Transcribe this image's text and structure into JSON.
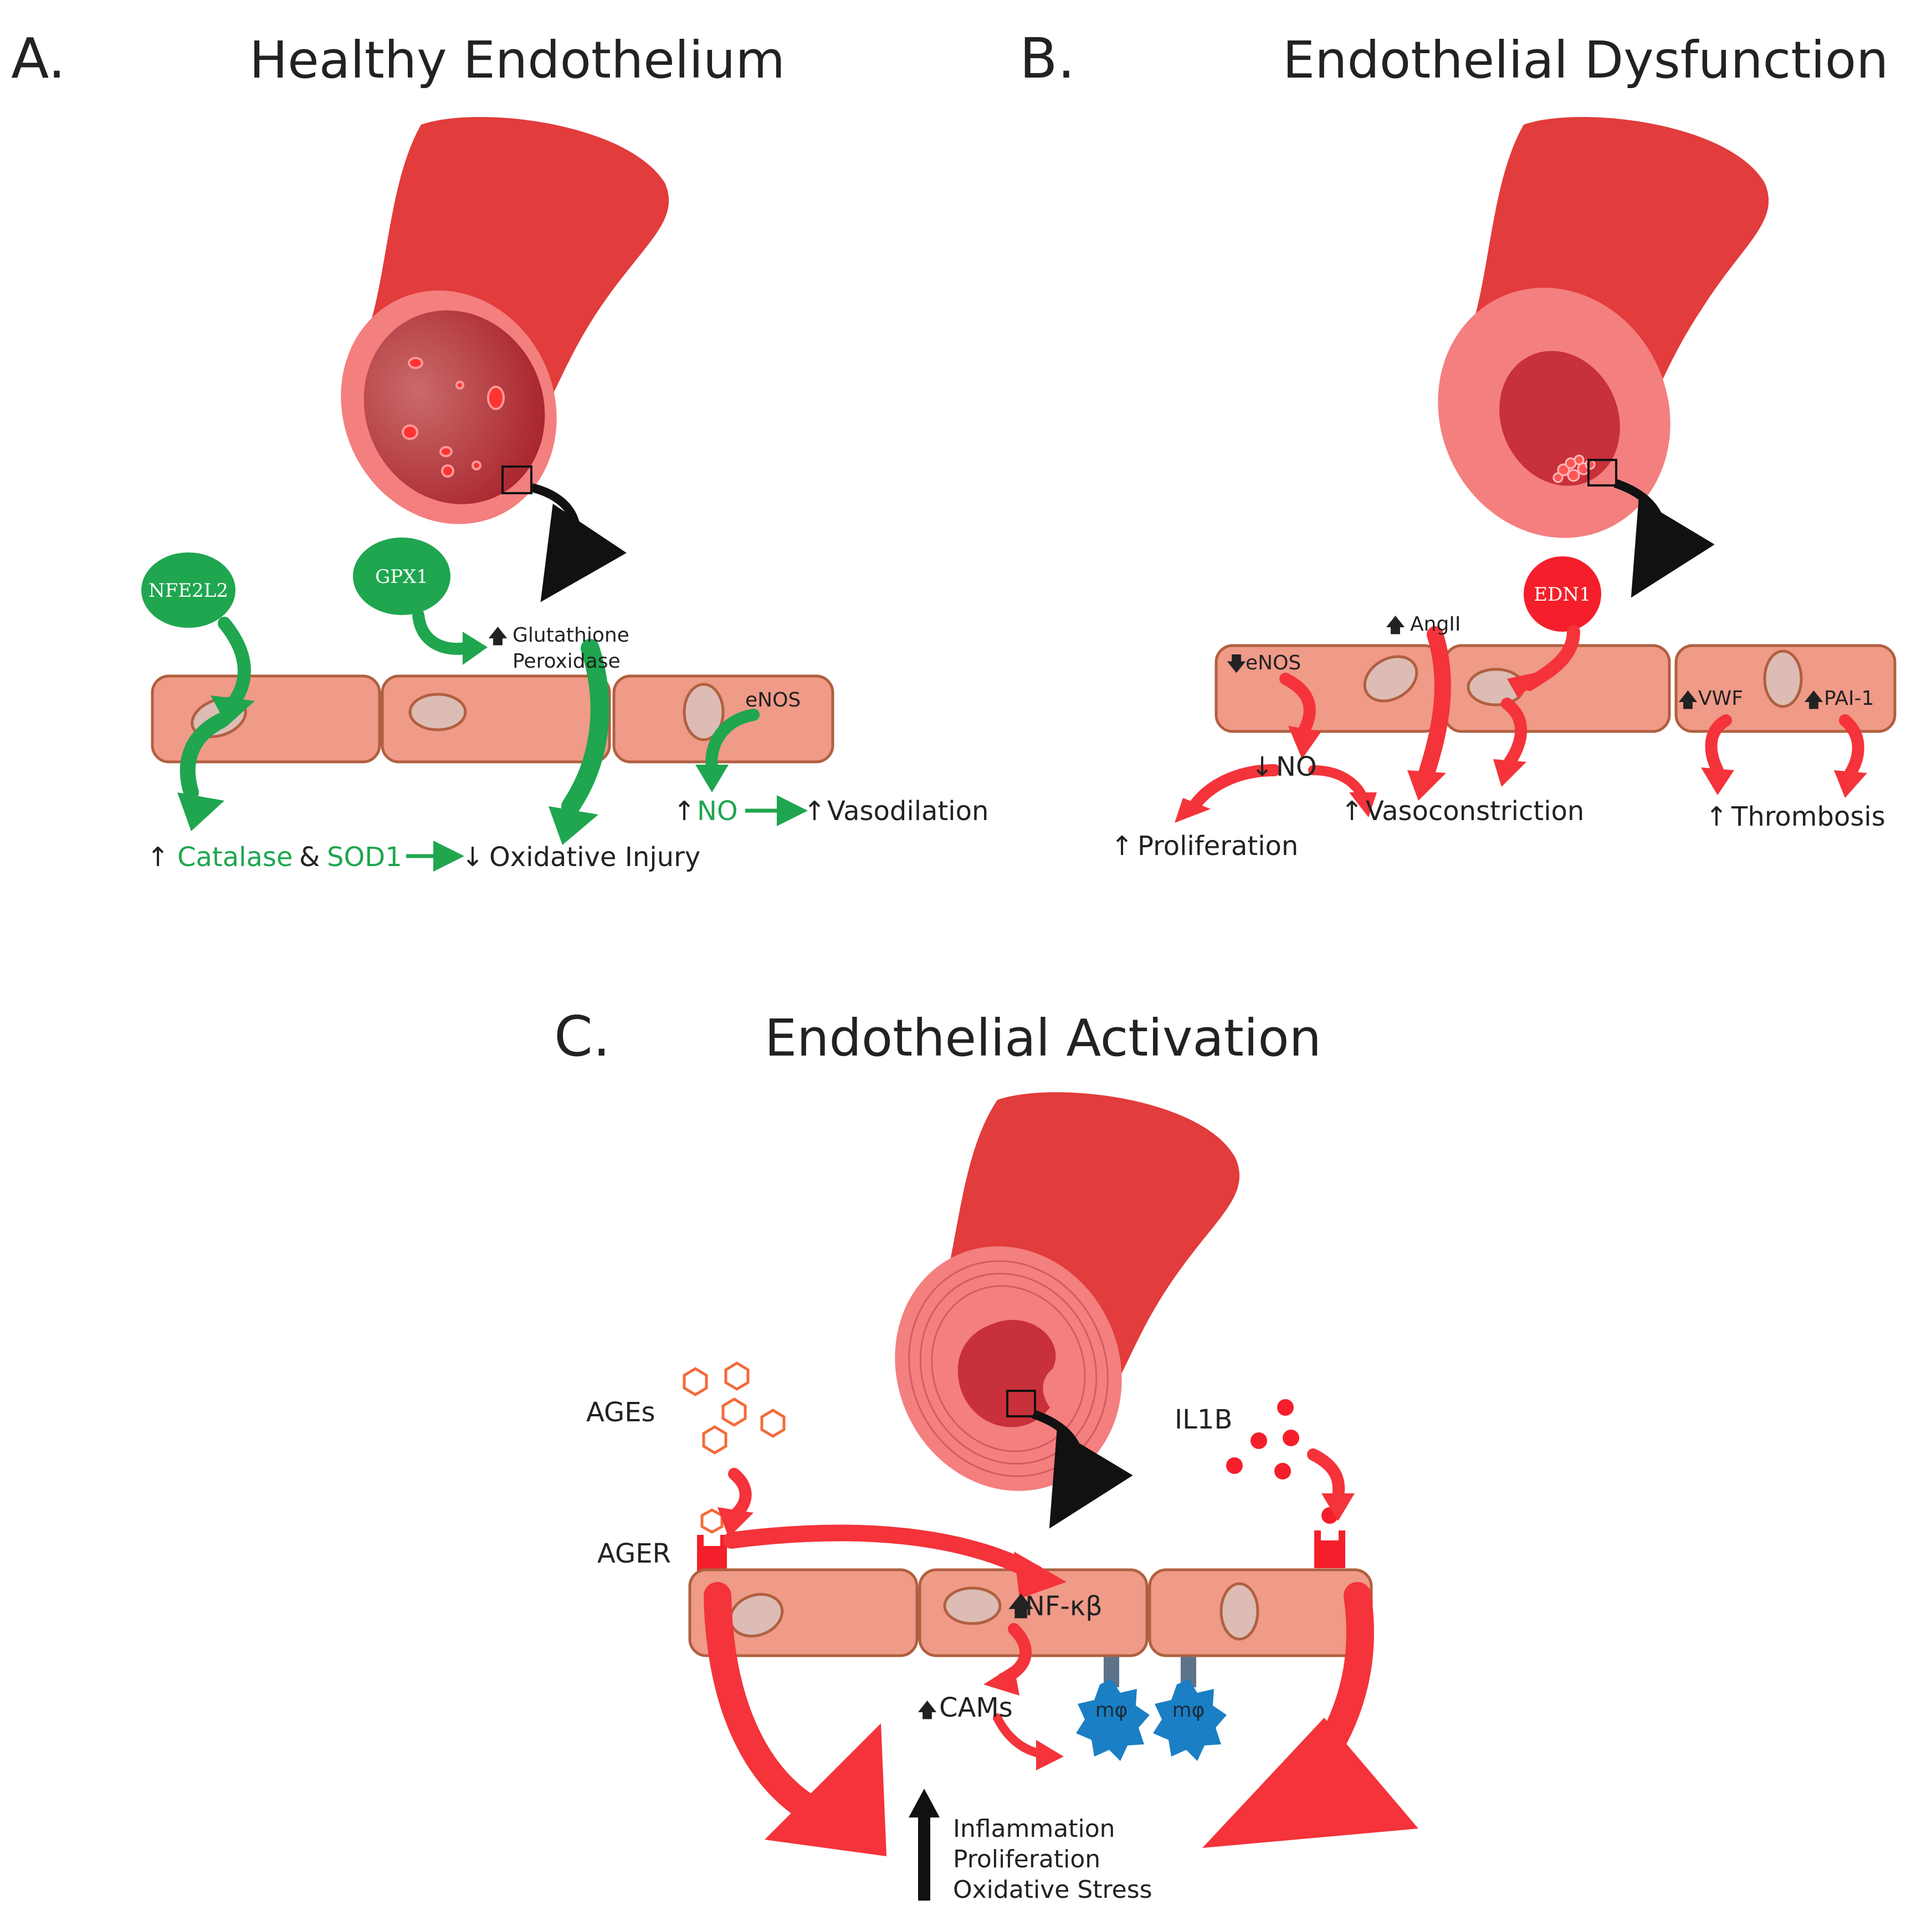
{
  "panel_a": {
    "letter": "A.",
    "title": "Healthy Endothelium",
    "nfe2l2": "NFE2L2",
    "gpx1": "GPX1",
    "glutathione_line1": "Glutathione",
    "glutathione_line2": "Peroxidase",
    "enos": "eNOS",
    "no": "NO",
    "vasodilation": "Vasodilation",
    "catalase": "Catalase",
    "amp": "&",
    "sod1": "SOD1",
    "oxidative_injury": "Oxidative Injury"
  },
  "panel_b": {
    "letter": "B.",
    "title": "Endothelial Dysfunction",
    "edn1": "EDN1",
    "angii": "AngII",
    "enos": "eNOS",
    "no": "NO",
    "vwf": "VWF",
    "pai1": "PAI-1",
    "proliferation": "Proliferation",
    "vasoconstriction": "Vasoconstriction",
    "thrombosis": "Thrombosis"
  },
  "panel_c": {
    "letter": "C.",
    "title": "Endothelial Activation",
    "ages": "AGEs",
    "ager": "AGER",
    "il1b": "IL1B",
    "nfkb": "NF-κβ",
    "cams": "CAMs",
    "macrophage": "mφ",
    "outcome_1": "Inflammation",
    "outcome_2": "Proliferation",
    "outcome_3": "Oxidative Stress"
  },
  "colors": {
    "vessel_red": "#e23c3c",
    "vessel_pink": "#f47f7f",
    "cell_fill": "#f09a88",
    "cell_stroke": "#b06040",
    "nucleus": "#dcbcb4",
    "green": "#1fa64f",
    "red_arrow": "#f4333a",
    "macrophage": "#1a7fc4"
  }
}
